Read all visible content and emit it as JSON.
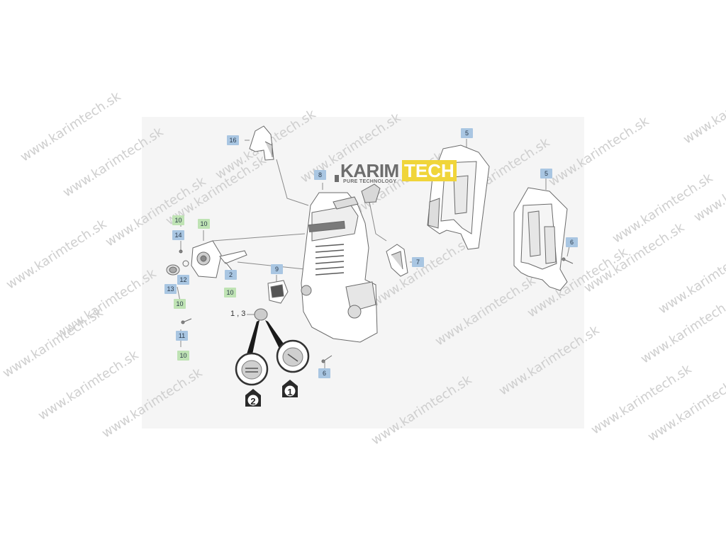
{
  "watermark": "www.karimtech.sk",
  "logo": {
    "brand_left": "KARIM",
    "brand_right": "TECH",
    "tagline": "PURE TECHNOLOGY"
  },
  "callouts": [
    {
      "id": "c16",
      "label": "16",
      "kind": "blue"
    },
    {
      "id": "c8",
      "label": "8",
      "kind": "blue"
    },
    {
      "id": "c5a",
      "label": "5",
      "kind": "blue"
    },
    {
      "id": "c5b",
      "label": "5",
      "kind": "blue"
    },
    {
      "id": "c6a",
      "label": "6",
      "kind": "blue"
    },
    {
      "id": "c7",
      "label": "7",
      "kind": "blue"
    },
    {
      "id": "c9",
      "label": "9",
      "kind": "blue"
    },
    {
      "id": "c10a",
      "label": "10",
      "kind": "green"
    },
    {
      "id": "c10b",
      "label": "10",
      "kind": "green"
    },
    {
      "id": "c14",
      "label": "14",
      "kind": "blue"
    },
    {
      "id": "c12",
      "label": "12",
      "kind": "blue"
    },
    {
      "id": "c13",
      "label": "13",
      "kind": "blue"
    },
    {
      "id": "c10c",
      "label": "10",
      "kind": "green"
    },
    {
      "id": "c2",
      "label": "2",
      "kind": "blue"
    },
    {
      "id": "c10d",
      "label": "10",
      "kind": "green"
    },
    {
      "id": "c11",
      "label": "11",
      "kind": "blue"
    },
    {
      "id": "c10e",
      "label": "10",
      "kind": "green"
    },
    {
      "id": "c6b",
      "label": "6",
      "kind": "blue"
    }
  ],
  "plain_label": "1 , 3",
  "badges": [
    {
      "id": "b2",
      "label": "2"
    },
    {
      "id": "b1",
      "label": "1"
    }
  ],
  "colors": {
    "callout_blue": "#a9c6e2",
    "callout_green": "#bfe3b4",
    "logo_yellow": "#f0d53a",
    "logo_gray": "#6d6d6d",
    "line": "#888888"
  }
}
